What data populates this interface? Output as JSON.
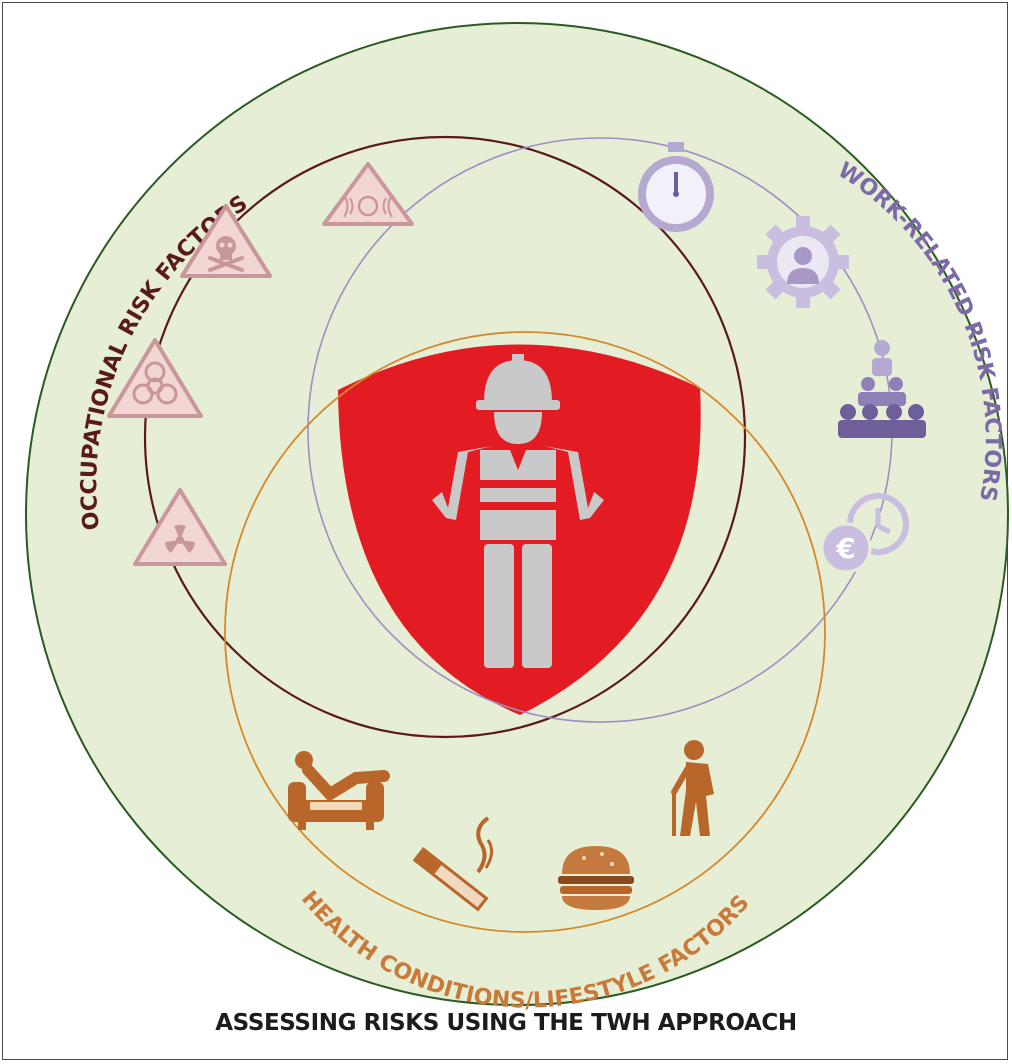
{
  "labels": {
    "occupational": "OCCUPATIONAL RISK FACTORS",
    "work_related": "WORK-RELATED RISK FACTORS",
    "health": "HEALTH CONDITIONS/LIFESTYLE FACTORS"
  },
  "caption": "ASSESSING RISKS USING THE TWH APPROACH",
  "colors": {
    "outer_fill": "#e6efd5",
    "outer_stroke": "#2b5a22",
    "occupational": "#5a1a1a",
    "work_related": "#7c6aa6",
    "health": "#d4892a",
    "center": "#e31b23",
    "worker": "#c9c9c9",
    "hazard": "#c9979b",
    "work_icon": "#b6a9d1",
    "lifestyle_icon": "#b8662a"
  },
  "icons": {
    "occupational": [
      "noise-warning-icon",
      "toxic-warning-icon",
      "biohazard-warning-icon",
      "radiation-warning-icon"
    ],
    "work_related": [
      "stopwatch-icon",
      "gear-person-icon",
      "hierarchy-icon",
      "money-time-icon"
    ],
    "lifestyle": [
      "sofa-lounging-icon",
      "cigarette-icon",
      "burger-icon",
      "elderly-person-icon"
    ],
    "center": "construction-worker-icon"
  }
}
